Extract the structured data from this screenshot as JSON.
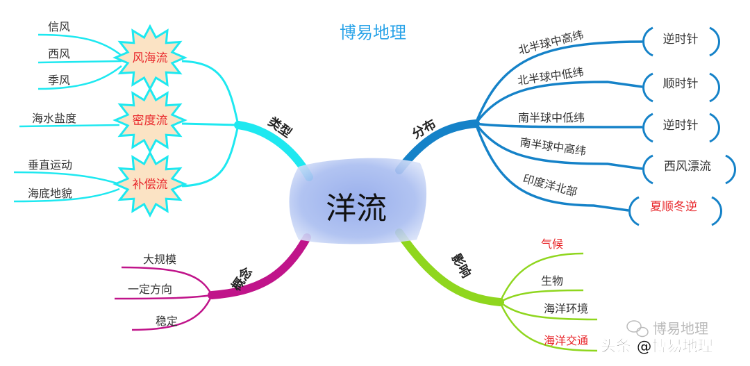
{
  "title": "博易地理",
  "center": "洋流",
  "colors": {
    "type": "#1ee8f0",
    "distribution": "#1582c8",
    "concept": "#c0148a",
    "impact": "#8fd61e",
    "accent_red": "#e8262a",
    "title": "#29a3e8",
    "star_fill": "#fbe3c4"
  },
  "types": {
    "label": "类型",
    "groups": [
      {
        "name": "风海流",
        "leaves": [
          "信风",
          "西风",
          "季风"
        ]
      },
      {
        "name": "密度流",
        "leaves": [
          "海水盐度"
        ]
      },
      {
        "name": "补偿流",
        "leaves": [
          "垂直运动",
          "海底地貌"
        ]
      }
    ]
  },
  "distribution": {
    "label": "分布",
    "items": [
      {
        "region": "北半球中高纬",
        "direction": "逆时针"
      },
      {
        "region": "北半球中低纬",
        "direction": "顺时针"
      },
      {
        "region": "南半球中低纬",
        "direction": "逆时针"
      },
      {
        "region": "南半球中高纬",
        "direction": "西风漂流"
      },
      {
        "region": "印度洋北部",
        "direction": "夏顺冬逆"
      }
    ]
  },
  "concept": {
    "label": "概念",
    "items": [
      "大规模",
      "一定方向",
      "稳定"
    ]
  },
  "impact": {
    "label": "影响",
    "items": [
      "气候",
      "生物",
      "海洋环境",
      "海洋交通"
    ]
  },
  "watermark": {
    "wechat": "博易地理",
    "toutiao": "头条 @博易地理"
  }
}
